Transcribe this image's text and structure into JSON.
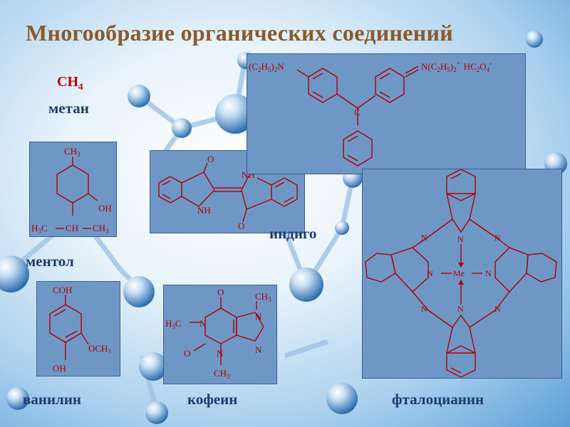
{
  "title": "Многообразие органических соединений",
  "methane": {
    "formula": "CH",
    "subscript": "4",
    "name": "метан"
  },
  "menthol": {
    "name": "ментол",
    "atoms": {
      "ch3_top": "CH",
      "ch3_sub": "3",
      "oh": "OH",
      "h3c": "H",
      "h3c_sub": "3",
      "h3c_c": "C",
      "ch": "CH",
      "ch3_b": "CH",
      "ch3_b_sub": "3"
    }
  },
  "indigo": {
    "name": "индиго",
    "atoms": {
      "o1": "O",
      "nh1": "NH",
      "nh2": "NH",
      "o2": "O"
    }
  },
  "dye": {
    "atoms": {
      "left_group": "(C",
      "left_2": "2",
      "left_h": "H",
      "left_5": "5",
      "left_close": ")",
      "left_sub": "2",
      "left_n": "N",
      "right_n": "N(C",
      "right_2": "2",
      "right_h": "H",
      "right_5": "5",
      "right_close": ")",
      "right_sub": "2",
      "plus": "+",
      "anion": "HC",
      "anion_2": "2",
      "anion_o": "O",
      "anion_4": "4",
      "minus": "-",
      "c": "C"
    }
  },
  "vanillin": {
    "name": "ванилин",
    "atoms": {
      "coh": "COH",
      "och3": "OCH",
      "och3_sub": "3",
      "oh": "OH"
    }
  },
  "caffeine": {
    "name": "кофеин",
    "atoms": {
      "o_top": "O",
      "ch3_r": "CH",
      "ch3_r_sub": "3",
      "h3c": "H",
      "h3c_sub": "3",
      "h3c_c": "C",
      "n1": "N",
      "n_r1": "N",
      "n_r2": "N",
      "o_left": "O",
      "n3": "N",
      "ch3_b": "CH",
      "ch3_b_sub": "3"
    }
  },
  "phthalocyanine": {
    "name": "фталоцианин",
    "atoms": {
      "n": "N",
      "me": "Me"
    }
  }
}
